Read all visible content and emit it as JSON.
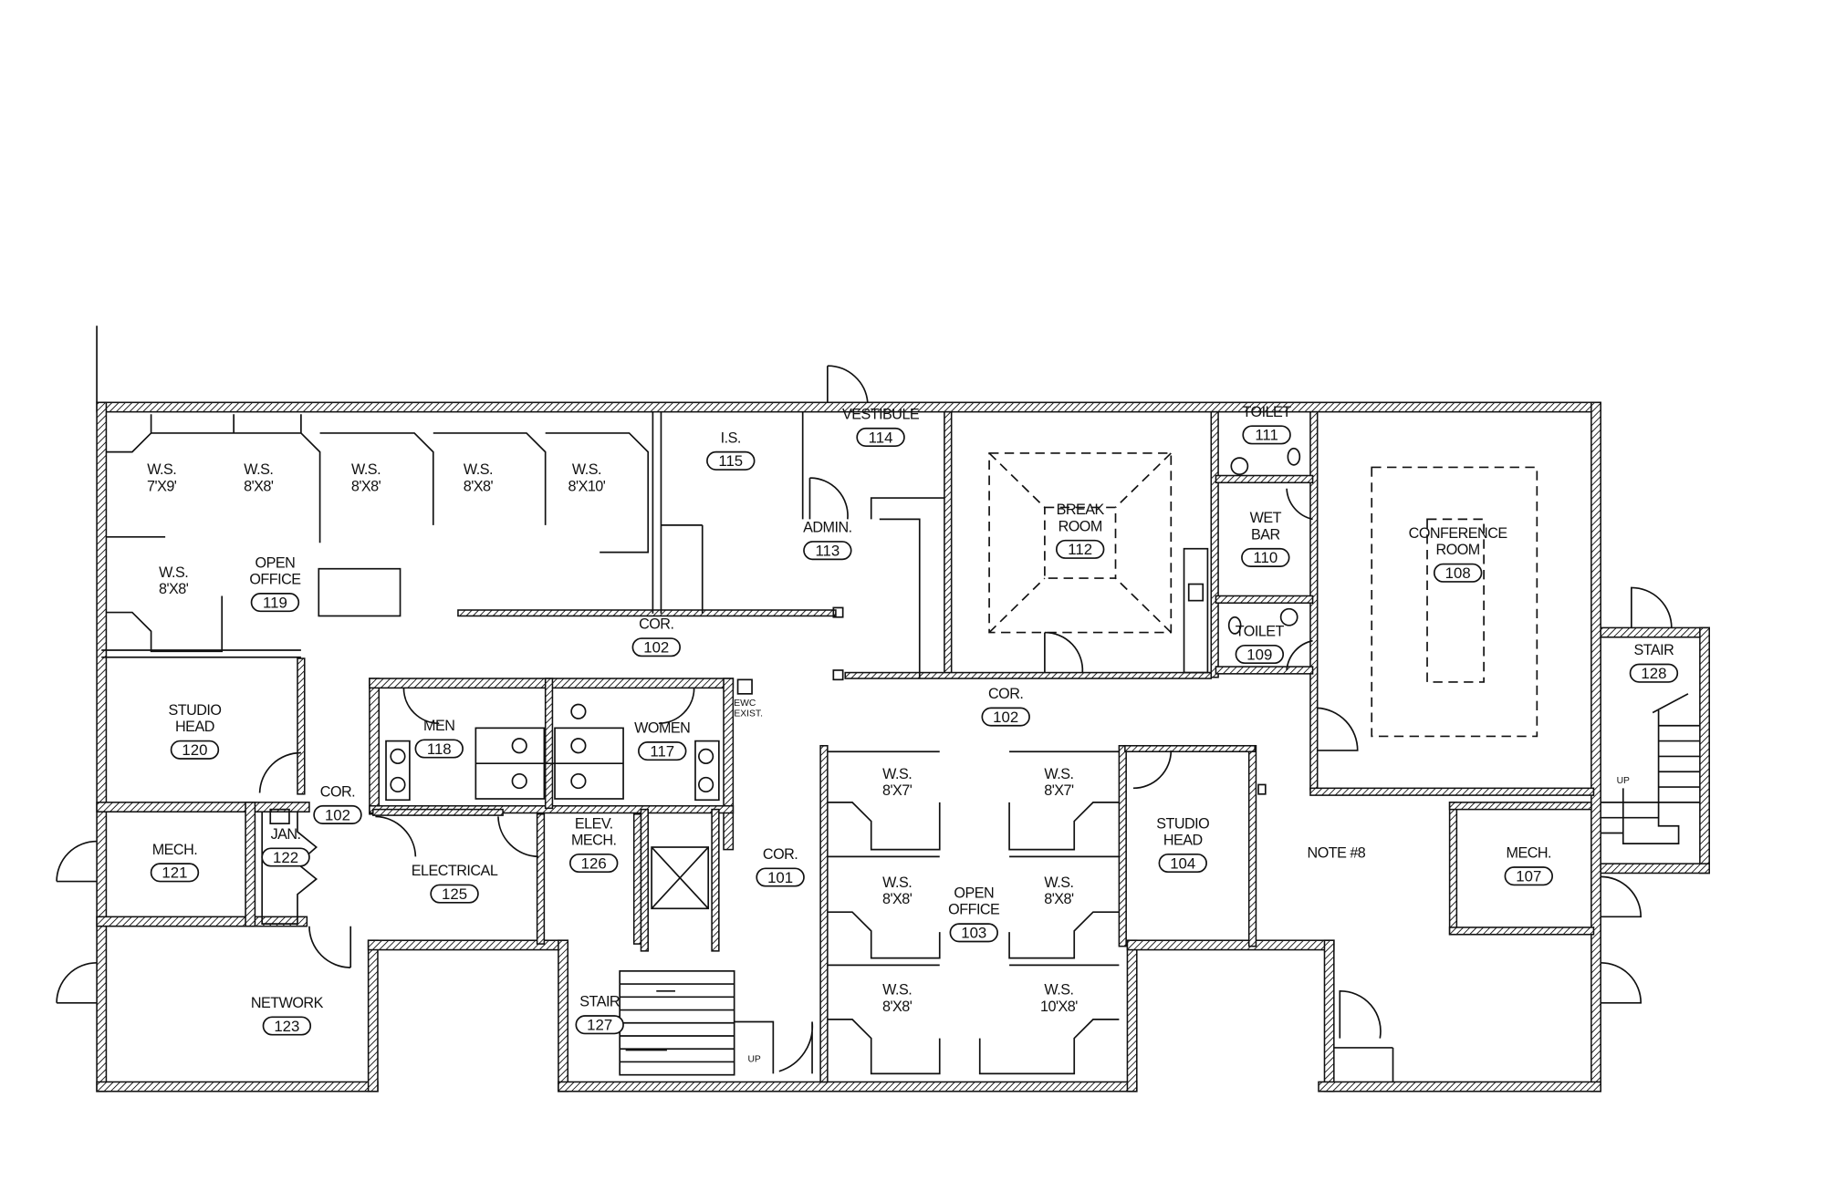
{
  "plan": {
    "rooms": [
      {
        "lines": [
          "W.S.",
          "7'X9'"
        ],
        "number": ""
      },
      {
        "lines": [
          "W.S.",
          "8'X8'"
        ],
        "number": ""
      },
      {
        "lines": [
          "W.S.",
          "8'X8'"
        ],
        "number": ""
      },
      {
        "lines": [
          "W.S.",
          "8'X8'"
        ],
        "number": ""
      },
      {
        "lines": [
          "W.S.",
          "8'X10'"
        ],
        "number": ""
      },
      {
        "lines": [
          "W.S.",
          "8'X8'"
        ],
        "number": ""
      },
      {
        "lines": [
          "OPEN",
          "OFFICE"
        ],
        "number": "119"
      },
      {
        "lines": [
          "I.S."
        ],
        "number": "115"
      },
      {
        "lines": [
          "VESTIBULE"
        ],
        "number": "114"
      },
      {
        "lines": [
          "ADMIN."
        ],
        "number": "113"
      },
      {
        "lines": [
          "COR."
        ],
        "number": "102"
      },
      {
        "lines": [
          "BREAK",
          "ROOM"
        ],
        "number": "112"
      },
      {
        "lines": [
          "TOILET"
        ],
        "number": "111"
      },
      {
        "lines": [
          "WET",
          "BAR"
        ],
        "number": "110"
      },
      {
        "lines": [
          "TOILET"
        ],
        "number": "109"
      },
      {
        "lines": [
          "CONFERENCE",
          "ROOM"
        ],
        "number": "108"
      },
      {
        "lines": [
          "STAIR"
        ],
        "number": "128"
      },
      {
        "lines": [
          "COR."
        ],
        "number": "102"
      },
      {
        "lines": [
          "STUDIO",
          "HEAD"
        ],
        "number": "120"
      },
      {
        "lines": [
          "MEN"
        ],
        "number": "118"
      },
      {
        "lines": [
          "WOMEN"
        ],
        "number": "117"
      },
      {
        "lines": [
          "COR."
        ],
        "number": "102"
      },
      {
        "lines": [
          "JAN."
        ],
        "number": "122"
      },
      {
        "lines": [
          "MECH."
        ],
        "number": "121"
      },
      {
        "lines": [
          "ELECTRICAL"
        ],
        "number": "125"
      },
      {
        "lines": [
          "ELEV.",
          "MECH."
        ],
        "number": "126"
      },
      {
        "lines": [
          "COR."
        ],
        "number": "101"
      },
      {
        "lines": [
          "W.S.",
          "8'X7'"
        ],
        "number": ""
      },
      {
        "lines": [
          "W.S.",
          "8'X7'"
        ],
        "number": ""
      },
      {
        "lines": [
          "W.S.",
          "8'X8'"
        ],
        "number": ""
      },
      {
        "lines": [
          "OPEN",
          "OFFICE"
        ],
        "number": "103"
      },
      {
        "lines": [
          "W.S.",
          "8'X8'"
        ],
        "number": ""
      },
      {
        "lines": [
          "STUDIO",
          "HEAD"
        ],
        "number": "104"
      },
      {
        "lines": [
          "NOTE #8"
        ],
        "number": ""
      },
      {
        "lines": [
          "MECH."
        ],
        "number": "107"
      },
      {
        "lines": [
          "NETWORK"
        ],
        "number": "123"
      },
      {
        "lines": [
          "STAIR"
        ],
        "number": "127"
      },
      {
        "lines": [
          "W.S.",
          "8'X8'"
        ],
        "number": ""
      },
      {
        "lines": [
          "W.S.",
          "10'X8'"
        ],
        "number": ""
      }
    ],
    "annotations": {
      "up_stair_127": "UP",
      "up_stair_128": "UP",
      "ewc_1": "EWC",
      "ewc_2": "EXIST."
    },
    "colors": {
      "line": "#111111",
      "background": "#ffffff"
    }
  }
}
